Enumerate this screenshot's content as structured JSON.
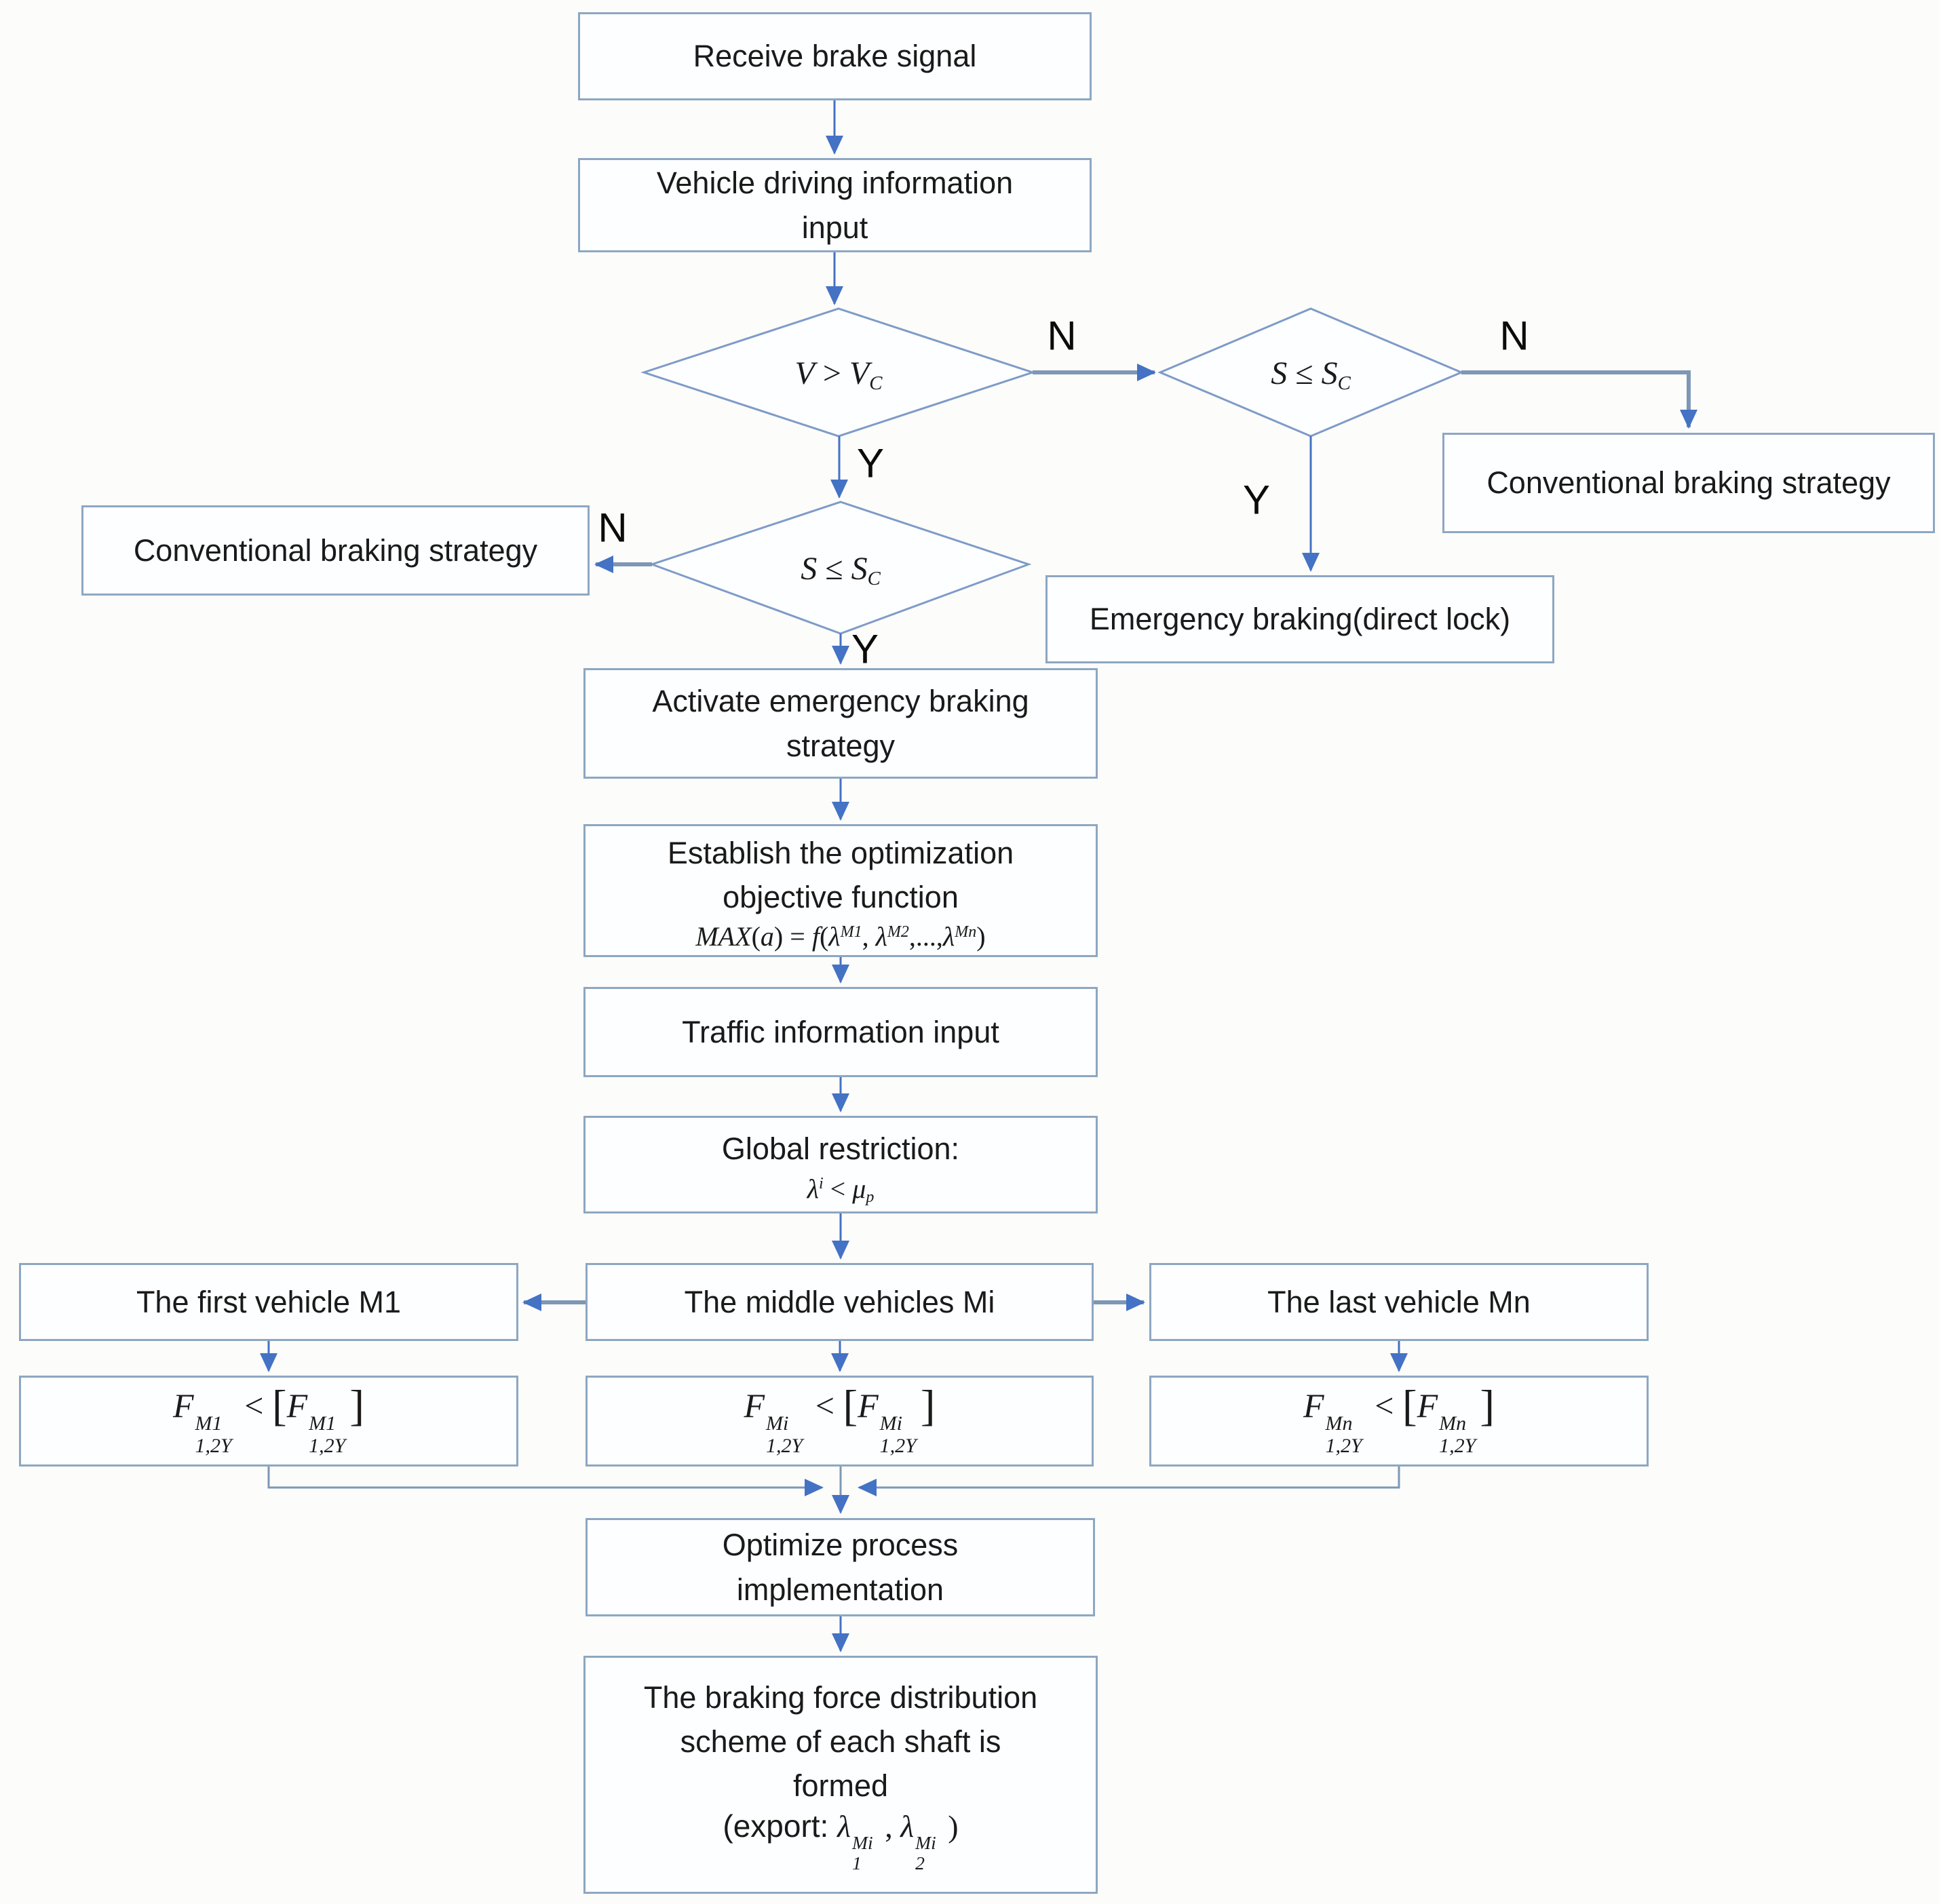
{
  "colors": {
    "background": "#fcfcfa",
    "box_border": "#8da7c2",
    "box_fill": "#fdfeff",
    "diamond_border": "#7e9bc8",
    "arrow_blue": "#4472c4",
    "connector_gray": "#7e97b5",
    "text": "#1a1a1a"
  },
  "nodes": {
    "receive": {
      "label": "Receive brake signal"
    },
    "vehicle_info": {
      "lines": [
        "Vehicle driving information",
        "input"
      ]
    },
    "conv_left": {
      "label": "Conventional braking strategy"
    },
    "conv_right": {
      "label": "Conventional braking strategy"
    },
    "emergency": {
      "label": "Emergency braking(direct lock)"
    },
    "activate": {
      "lines": [
        "Activate emergency braking",
        "strategy"
      ]
    },
    "establish": {
      "lines": [
        "Establish the optimization",
        "objective function"
      ],
      "formula": [
        {
          "t": "MAX",
          "s": "i"
        },
        {
          "t": "(",
          "s": "n"
        },
        {
          "t": "a",
          "s": "i"
        },
        {
          "t": ") = ",
          "s": "n"
        },
        {
          "t": "f",
          "s": "i"
        },
        {
          "t": "(",
          "s": "n"
        },
        {
          "t": "λ",
          "s": "i"
        },
        {
          "t": "M1",
          "s": "isup"
        },
        {
          "t": ", ",
          "s": "n"
        },
        {
          "t": "λ",
          "s": "i"
        },
        {
          "t": "M2",
          "s": "isup"
        },
        {
          "t": ",...,",
          "s": "n"
        },
        {
          "t": "λ",
          "s": "i"
        },
        {
          "t": "Mn",
          "s": "isup"
        },
        {
          "t": ")",
          "s": "n"
        }
      ]
    },
    "traffic": {
      "label": "Traffic information input"
    },
    "global_restriction": {
      "label": "Global restriction:",
      "formula": [
        {
          "t": "λ",
          "s": "i"
        },
        {
          "t": "i",
          "s": "isup"
        },
        {
          "t": " < ",
          "s": "n"
        },
        {
          "t": "μ",
          "s": "i"
        },
        {
          "t": "p",
          "s": "isub"
        }
      ]
    },
    "first_vehicle": {
      "label": "The first vehicle M1"
    },
    "middle_vehicles": {
      "label": "The middle vehicles Mi"
    },
    "last_vehicle": {
      "label": "The last vehicle Mn"
    },
    "constraint_m1": {
      "formula": [
        {
          "t": "F",
          "s": "i"
        },
        {
          "sup": "M1",
          "sub": "1,2Y"
        },
        {
          "t": " < ",
          "s": "n"
        },
        {
          "t": "[",
          "s": "b"
        },
        {
          "t": "F",
          "s": "i"
        },
        {
          "sup": "M1",
          "sub": "1,2Y"
        },
        {
          "t": "]",
          "s": "b"
        }
      ]
    },
    "constraint_mi": {
      "formula": [
        {
          "t": "F",
          "s": "i"
        },
        {
          "sup": "Mi",
          "sub": "1,2Y"
        },
        {
          "t": " < ",
          "s": "n"
        },
        {
          "t": "[",
          "s": "b"
        },
        {
          "t": "F",
          "s": "i"
        },
        {
          "sup": "Mi",
          "sub": "1,2Y"
        },
        {
          "t": "]",
          "s": "b"
        }
      ]
    },
    "constraint_mn": {
      "formula": [
        {
          "t": "F",
          "s": "i"
        },
        {
          "sup": "Mn",
          "sub": "1,2Y"
        },
        {
          "t": " < ",
          "s": "n"
        },
        {
          "t": "[",
          "s": "b"
        },
        {
          "t": "F",
          "s": "i"
        },
        {
          "sup": "Mn",
          "sub": "1,2Y"
        },
        {
          "t": "]",
          "s": "b"
        }
      ]
    },
    "optimize": {
      "lines": [
        "Optimize process",
        "implementation"
      ]
    },
    "final": {
      "lines": [
        "The braking force distribution",
        "scheme of each shaft is",
        "formed"
      ],
      "formula": [
        {
          "t": "(export:  ",
          "s": "sans"
        },
        {
          "t": "λ",
          "s": "i"
        },
        {
          "sup": "Mi",
          "sub": "1"
        },
        {
          "t": " , ",
          "s": "n"
        },
        {
          "t": "λ",
          "s": "i"
        },
        {
          "sup": "Mi",
          "sub": "2"
        },
        {
          "t": " )",
          "s": "n"
        }
      ]
    }
  },
  "decisions": {
    "speed": {
      "formula": [
        {
          "t": "V",
          "s": "i"
        },
        {
          "t": " > ",
          "s": "n"
        },
        {
          "t": "V",
          "s": "i"
        },
        {
          "t": "C",
          "s": "isub"
        }
      ]
    },
    "distance_right": {
      "formula": [
        {
          "t": "S",
          "s": "i"
        },
        {
          "t": " ≤ ",
          "s": "n"
        },
        {
          "t": "S",
          "s": "i"
        },
        {
          "t": "C",
          "s": "isub"
        }
      ]
    },
    "distance_center": {
      "formula": [
        {
          "t": "S",
          "s": "i"
        },
        {
          "t": " ≤ ",
          "s": "n"
        },
        {
          "t": "S",
          "s": "i"
        },
        {
          "t": "C",
          "s": "isub"
        }
      ]
    }
  },
  "branches": {
    "speed_no": "N",
    "speed_yes": "Y",
    "right_no": "N",
    "right_yes": "Y",
    "center_no": "N",
    "center_yes": "Y"
  }
}
